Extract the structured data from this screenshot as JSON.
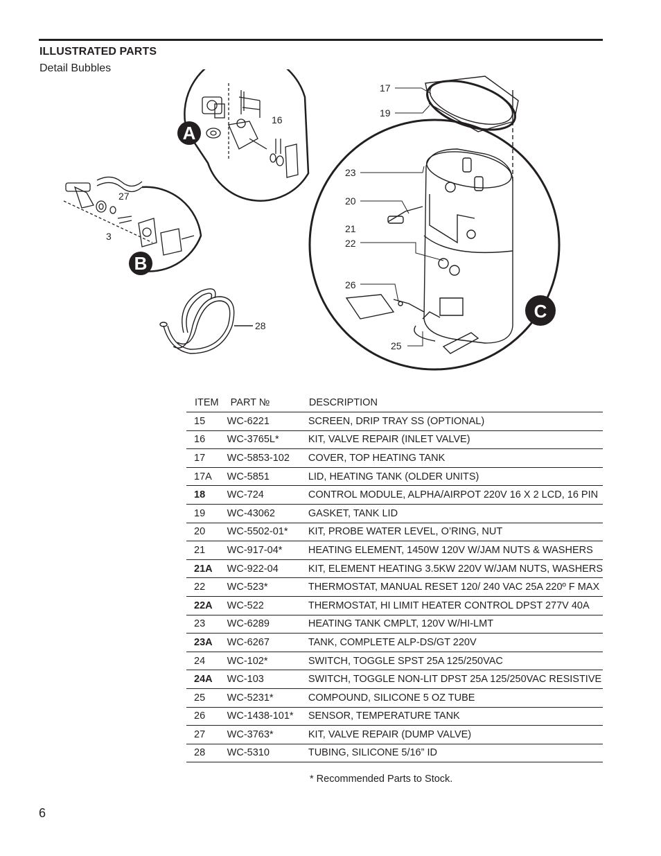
{
  "header": {
    "title": "ILLUSTRATED PARTS",
    "subtitle": "Detail Bubbles"
  },
  "figure": {
    "bubbles": [
      "A",
      "B",
      "C"
    ],
    "callouts": {
      "c16": "16",
      "c27": "27",
      "c3": "3",
      "c28": "28",
      "c17": "17",
      "c19": "19",
      "c23": "23",
      "c20": "20",
      "c21": "21",
      "c22": "22",
      "c26": "26",
      "c25": "25"
    }
  },
  "table": {
    "headers": [
      "ITEM",
      "PART №",
      "DESCRIPTION"
    ],
    "rows": [
      {
        "item": "15",
        "part": "WC-6221",
        "desc": "SCREEN, DRIP TRAY SS (OPTIONAL)",
        "bold": false
      },
      {
        "item": "16",
        "part": "WC-3765L*",
        "desc": "KIT, VALVE REPAIR (INLET VALVE)",
        "bold": false
      },
      {
        "item": "17",
        "part": "WC-5853-102",
        "desc": "COVER, TOP HEATING TANK",
        "bold": false
      },
      {
        "item": "17A",
        "part": "WC-5851",
        "desc": "LID, HEATING TANK (OLDER UNITS)",
        "bold": false
      },
      {
        "item": "18",
        "part": "WC-724",
        "desc": "CONTROL MODULE, ALPHA/AIRPOT 220V 16 X 2 LCD, 16 PIN",
        "bold": true
      },
      {
        "item": "19",
        "part": "WC-43062",
        "desc": "GASKET, TANK LID",
        "bold": false
      },
      {
        "item": "20",
        "part": "WC-5502-01*",
        "desc": "KIT, PROBE WATER LEVEL, O’RING, NUT",
        "bold": false
      },
      {
        "item": "21",
        "part": "WC-917-04*",
        "desc": "HEATING ELEMENT, 1450W 120V W/JAM NUTS & WASHERS",
        "bold": false
      },
      {
        "item": "21A",
        "part": "WC-922-04",
        "desc": "KIT, ELEMENT HEATING 3.5KW 220V W/JAM NUTS, WASHERS",
        "bold": true
      },
      {
        "item": "22",
        "part": "WC-523*",
        "desc": "THERMOSTAT, MANUAL RESET 120/ 240 VAC 25A 220º F MAX",
        "bold": false
      },
      {
        "item": "22A",
        "part": "WC-522",
        "desc": "THERMOSTAT, HI LIMIT HEATER CONTROL DPST 277V 40A",
        "bold": true
      },
      {
        "item": "23",
        "part": "WC-6289",
        "desc": "HEATING TANK CMPLT, 120V W/HI-LMT",
        "bold": false
      },
      {
        "item": "23A",
        "part": "WC-6267",
        "desc": "TANK, COMPLETE ALP-DS/GT 220V",
        "bold": true
      },
      {
        "item": "24",
        "part": "WC-102*",
        "desc": "SWITCH, TOGGLE SPST 25A 125/250VAC",
        "bold": false
      },
      {
        "item": "24A",
        "part": "WC-103",
        "desc": "SWITCH, TOGGLE NON-LIT DPST 25A 125/250VAC RESISTIVE",
        "bold": true
      },
      {
        "item": "25",
        "part": "WC-5231*",
        "desc": "COMPOUND, SILICONE 5 OZ TUBE",
        "bold": false
      },
      {
        "item": "26",
        "part": "WC-1438-101*",
        "desc": "SENSOR, TEMPERATURE TANK",
        "bold": false
      },
      {
        "item": "27",
        "part": "WC-3763*",
        "desc": "KIT, VALVE REPAIR (DUMP VALVE)",
        "bold": false
      },
      {
        "item": "28",
        "part": "WC-5310",
        "desc": "TUBING, SILICONE 5/16” ID",
        "bold": false
      }
    ]
  },
  "footnote": "* Recommended Parts to Stock.",
  "page_number": "6"
}
